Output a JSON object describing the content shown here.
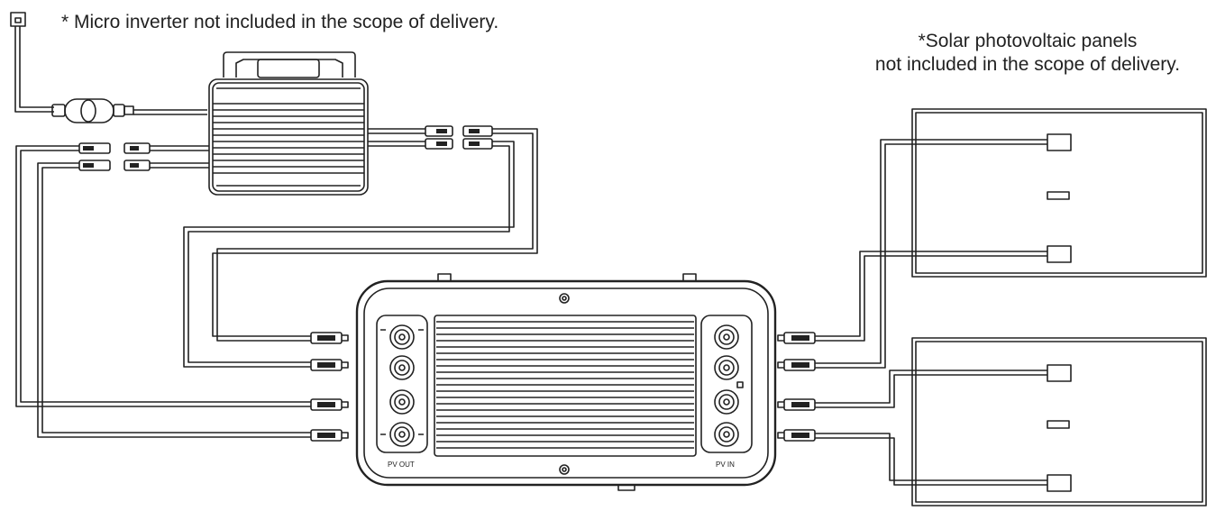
{
  "notes": {
    "micro_inverter": "* Micro inverter not included in the scope of delivery.",
    "solar_panels_line1": "*Solar photovoltaic panels",
    "solar_panels_line2": "not included in the scope of delivery."
  },
  "battery": {
    "port_out_label": "PV OUT",
    "port_in_label": "PV IN"
  },
  "colors": {
    "line": "#222222",
    "background": "#ffffff"
  }
}
